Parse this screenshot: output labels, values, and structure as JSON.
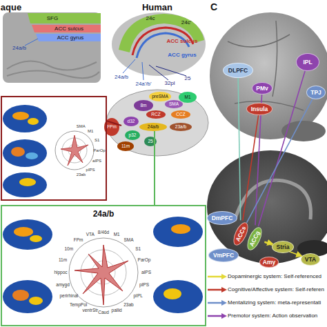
{
  "diagram": {
    "nodes": [
      {
        "text": [
          "DLPFC"
        ]
      },
      {
        "text": [
          "PMv"
        ]
      },
      {
        "text": [
          "IPL"
        ]
      },
      {
        "text": [
          "Insula"
        ]
      },
      {
        "text": [
          "TPJ"
        ]
      },
      {
        "text": [
          "DmPFC"
        ]
      },
      {
        "text": [
          "ACCs"
        ]
      },
      {
        "text": [
          "ACCg"
        ]
      },
      {
        "text": [
          "VmPFC"
        ]
      },
      {
        "text": [
          "Stria"
        ]
      },
      {
        "text": [
          "VTA"
        ]
      },
      {
        "text": [
          "Amy"
        ]
      }
    ],
    "edges": [
      {
        "from": 0,
        "to": 6,
        "arrow": "none"
      },
      {
        "from": 1,
        "to": 7,
        "arrow": "none"
      },
      {
        "from": 3,
        "to": 6,
        "arrow": "none"
      },
      {
        "from": 2,
        "to": 7,
        "arrow": "none"
      },
      {
        "from": 4,
        "to": 6,
        "arrow": "none"
      },
      {
        "from": 7,
        "to": 9,
        "arrow": "to"
      },
      {
        "from": 7,
        "to": 10,
        "arrow": "to"
      }
    ],
    "labels": [
      "aque",
      "SFG",
      "ACC sulcus",
      "ACC gyrus",
      "24a/b",
      "Human",
      "24c",
      "24c'",
      "ACC sulcus",
      "ACC gyrus",
      "24a/b",
      "24a'/b'",
      "32pl",
      "25",
      "C",
      "preSMA",
      "M1",
      "SMA",
      "8m",
      "RCZ",
      "CCZ",
      "24a/b",
      "23a/b",
      "FPm",
      "d32",
      "p32",
      "25",
      "11m",
      "SMA",
      "M1",
      "S1",
      "ParOp",
      "aIPS",
      "pIPS",
      "23ab",
      "24a/b",
      "8/46d",
      "M1",
      "SMA",
      "S1",
      "ParOp",
      "aIPS",
      "pIPS",
      "pIPL",
      "23ab",
      "pallid",
      "Caud",
      "ventrStr",
      "TempPol",
      "perirhinal",
      "amygd",
      "hippoc",
      "11m",
      "10m",
      "FPm",
      "VTA"
    ],
    "legend": [
      {
        "text": "Dopaminergic system: Self-referenced",
        "color": "#e3d936"
      },
      {
        "text": "Cognitive/Affective system: Self-referen",
        "color": "#c0392b"
      },
      {
        "text": "Mentalizing system: meta-representati",
        "color": "#6f8fc9"
      },
      {
        "text": "Premotor system: Action observation",
        "color": "#8e44ad"
      }
    ]
  }
}
